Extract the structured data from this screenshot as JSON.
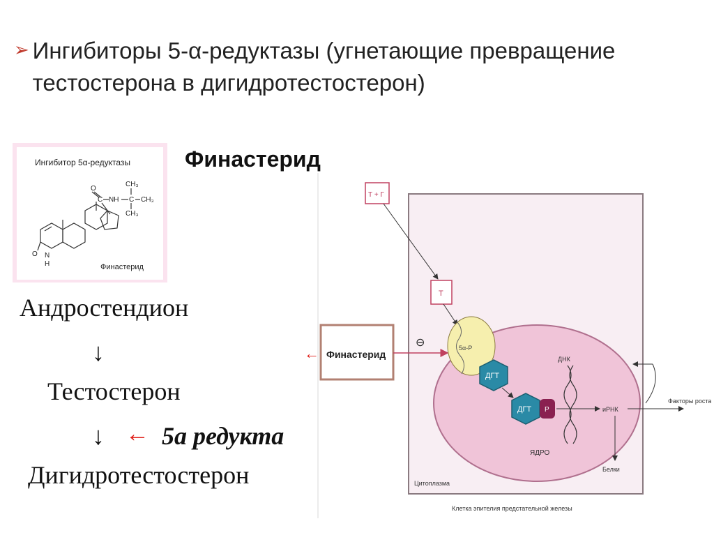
{
  "title": {
    "bullet": "➢",
    "text": "Ингибиторы 5-α-редуктазы  (угнетающие превращение тестостерона в дигидротестостерон)"
  },
  "subtitle": "Финастерид",
  "molecule": {
    "header": "Ингибитор 5α-редуктазы",
    "caption": "Финастерид",
    "atoms": {
      "o1": "O",
      "c": "C",
      "nh": "NH",
      "c2": "C",
      "ch3a": "CH₃",
      "ch3b": "CH₃",
      "ch3c": "CH₃",
      "o2": "O",
      "n": "N",
      "h": "H"
    }
  },
  "pathway": {
    "step1": "Андростендион",
    "arrow1": "↓",
    "step2": "Тестостерон",
    "arrow2": "↓",
    "enzyme_label": "5а редукта",
    "step3": "Дигидротестостерон"
  },
  "diagram": {
    "tg_box": "Т + Г",
    "t_box": "Т",
    "drug": "Финастерид",
    "minus": "⊖",
    "enzyme": "5α-Р",
    "dgt1": "ДГТ",
    "dgt2": "ДГТ",
    "p": "Р",
    "dnk": "ДНК",
    "irnk": "иРНК",
    "factors": "Факторы роста",
    "proteins": "Белки",
    "nucleus": "ЯДРО",
    "cytoplasm": "Цитоплазма",
    "caption": "Клетка эпителия предстательной железы"
  }
}
